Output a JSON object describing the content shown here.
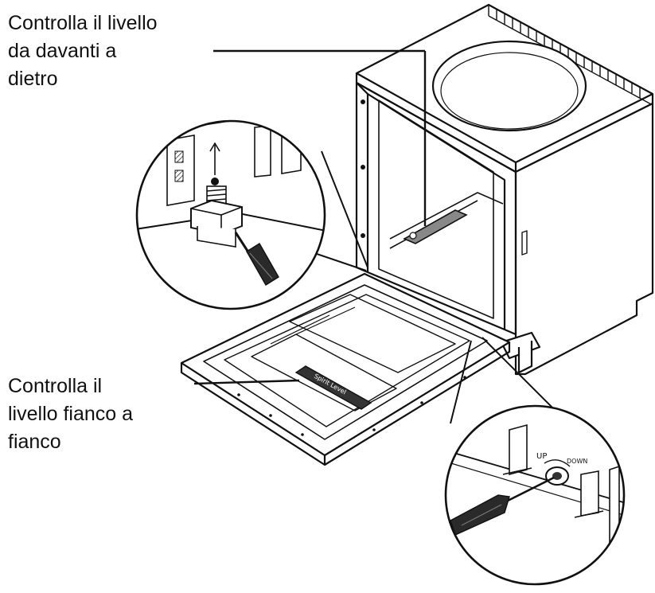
{
  "callouts": {
    "front_to_back": [
      "Controlla il livello",
      "da davanti a",
      "dietro"
    ],
    "side_to_side": [
      "Controlla il",
      "livello fianco a",
      "fianco"
    ]
  },
  "markings": {
    "spirit_level": "Spirit Level",
    "up": "UP",
    "down": "DOWN"
  },
  "colors": {
    "ink": "#111111",
    "paper": "#ffffff",
    "shade": "#9a9a9a",
    "dark": "#2a2a2a"
  }
}
